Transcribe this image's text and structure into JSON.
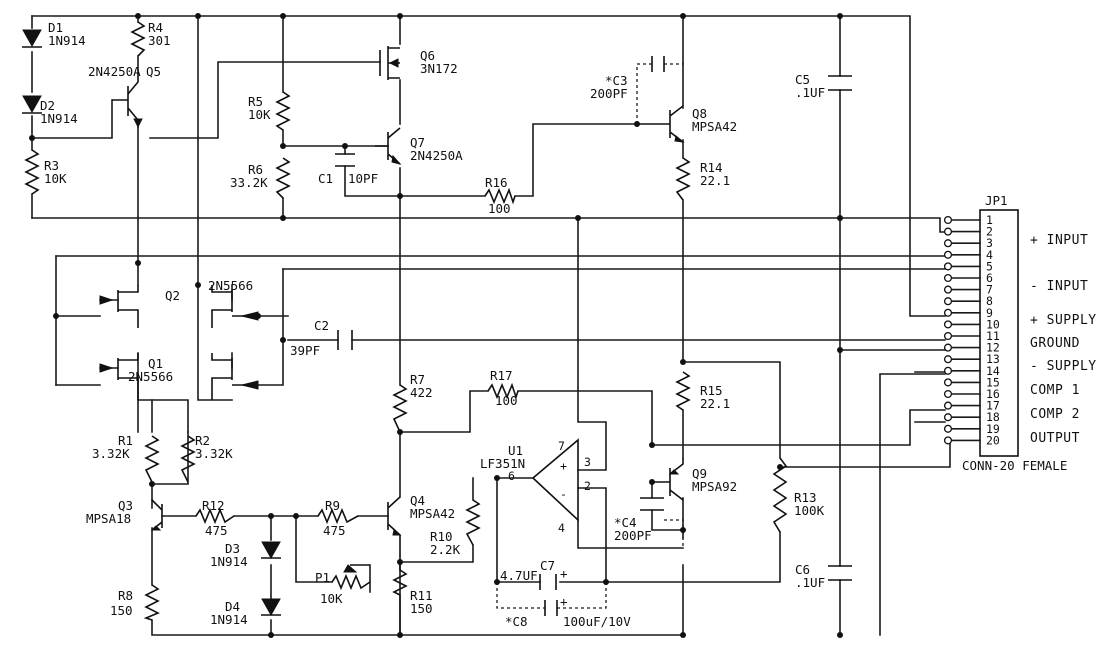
{
  "components": {
    "d1": {
      "ref": "D1",
      "part": "1N914"
    },
    "d2": {
      "ref": "D2",
      "part": "1N914"
    },
    "r4": {
      "ref": "R4",
      "value": "301"
    },
    "q5": {
      "ref": "Q5",
      "part": "2N4250A"
    },
    "r3": {
      "ref": "R3",
      "value": "10K"
    },
    "r5": {
      "ref": "R5",
      "value": "10K"
    },
    "r6": {
      "ref": "R6",
      "value": "33.2K"
    },
    "c1": {
      "ref": "C1",
      "value": "10PF"
    },
    "q6": {
      "ref": "Q6",
      "part": "3N172"
    },
    "q7": {
      "ref": "Q7",
      "part": "2N4250A"
    },
    "r16": {
      "ref": "R16",
      "value": "100"
    },
    "c3": {
      "ref": "*C3",
      "value": "200PF"
    },
    "q8": {
      "ref": "Q8",
      "part": "MPSA42"
    },
    "r14": {
      "ref": "R14",
      "value": "22.1"
    },
    "c5": {
      "ref": "C5",
      "value": ".1UF"
    },
    "q2": {
      "ref": "Q2",
      "part": "2N5566"
    },
    "q1": {
      "ref": "Q1",
      "part": "2N5566"
    },
    "c2": {
      "ref": "C2",
      "value": "39PF"
    },
    "r7": {
      "ref": "R7",
      "value": "422"
    },
    "r17": {
      "ref": "R17",
      "value": "100"
    },
    "r15": {
      "ref": "R15",
      "value": "22.1"
    },
    "u1": {
      "ref": "U1",
      "part": "LF351N"
    },
    "r1": {
      "ref": "R1",
      "value": "3.32K"
    },
    "r2": {
      "ref": "R2",
      "value": "3.32K"
    },
    "q3": {
      "ref": "Q3",
      "part": "MPSA18"
    },
    "r12": {
      "ref": "R12",
      "value": "475"
    },
    "r9": {
      "ref": "R9",
      "value": "475"
    },
    "q4": {
      "ref": "Q4",
      "part": "MPSA42"
    },
    "r10": {
      "ref": "R10",
      "value": "2.2K"
    },
    "q9": {
      "ref": "Q9",
      "part": "MPSA92"
    },
    "c4": {
      "ref": "*C4",
      "value": "200PF"
    },
    "r13": {
      "ref": "R13",
      "value": "100K"
    },
    "d3": {
      "ref": "D3",
      "part": "1N914"
    },
    "d4": {
      "ref": "D4",
      "part": "1N914"
    },
    "p1": {
      "ref": "P1",
      "value": "10K"
    },
    "c7": {
      "ref": "C7",
      "value": "4.7UF"
    },
    "c8": {
      "ref": "*C8",
      "value": "100uF/10V"
    },
    "c6": {
      "ref": "C6",
      "value": ".1UF"
    },
    "r8": {
      "ref": "R8",
      "value": "150"
    },
    "r11": {
      "ref": "R11",
      "value": "150"
    }
  },
  "opamp_pins": {
    "p7": "7",
    "p3": "3",
    "p6": "6",
    "p2": "2",
    "p4": "4",
    "plus": "+",
    "minus": "-"
  },
  "cap_polarity": {
    "c7": "+",
    "c8": "+"
  },
  "connector": {
    "ref": "JP1",
    "part": "CONN-20 FEMALE",
    "pins": [
      "1",
      "2",
      "3",
      "4",
      "5",
      "6",
      "7",
      "8",
      "9",
      "10",
      "11",
      "12",
      "13",
      "14",
      "15",
      "16",
      "17",
      "18",
      "19",
      "20"
    ],
    "labels": {
      "plus_input": "+ INPUT",
      "minus_input": "- INPUT",
      "plus_supply": "+ SUPPLY",
      "ground": "GROUND",
      "minus_supply": "- SUPPLY",
      "comp1": "COMP 1",
      "comp2": "COMP 2",
      "output": "OUTPUT"
    }
  }
}
